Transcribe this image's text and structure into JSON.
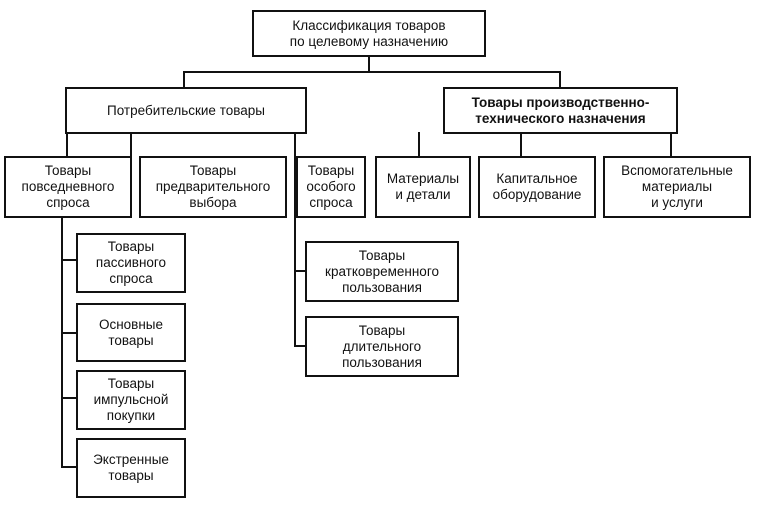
{
  "root": "Классификация товаров\nпо целевому назначению",
  "consumer": "Потребительские товары",
  "industrial": "Товары производственно-\nтехнического назначения",
  "everyday": "Товары\nповседневного\nспроса",
  "preselection": "Товары\nпредварительного\nвыбора",
  "special": "Товары\nособого\nспроса",
  "passive": "Товары\nпассивного\nспроса",
  "basic": "Основные\nтовары",
  "impulse": "Товары\nимпульсной\nпокупки",
  "emergency": "Экстренные\nтовары",
  "short_use": "Товары\nкратковременного\nпользования",
  "long_use": "Товары\nдлительного\nпользования",
  "materials": "Материалы\nи детали",
  "capital": "Капитальное\nоборудование",
  "auxiliary": "Вспомогательные\nматериалы\nи услуги"
}
